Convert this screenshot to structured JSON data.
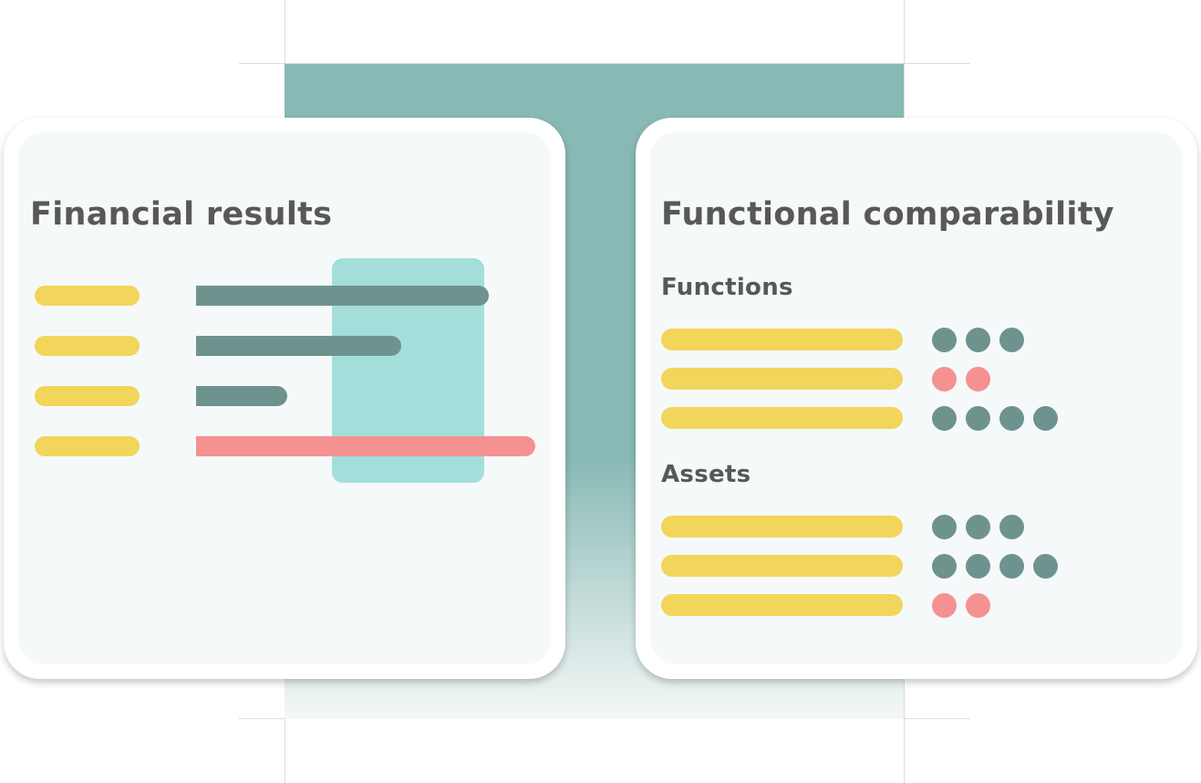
{
  "financial_card": {
    "title": "Financial results",
    "rows": [
      {
        "bar_fraction": 1.0,
        "bar_color": "#6e938f"
      },
      {
        "bar_fraction": 0.7,
        "bar_color": "#6e938f"
      },
      {
        "bar_fraction": 0.31,
        "bar_color": "#6e938f"
      },
      {
        "bar_fraction": 1.16,
        "bar_color": "#f59190"
      }
    ]
  },
  "comparability_card": {
    "title": "Functional comparability",
    "sections": [
      {
        "label": "Functions",
        "rows": [
          {
            "dots": 3,
            "color": "#6e938f"
          },
          {
            "dots": 2,
            "color": "#f59190"
          },
          {
            "dots": 4,
            "color": "#6e938f"
          }
        ]
      },
      {
        "label": "Assets",
        "rows": [
          {
            "dots": 3,
            "color": "#6e938f"
          },
          {
            "dots": 4,
            "color": "#6e938f"
          },
          {
            "dots": 2,
            "color": "#f59190"
          }
        ]
      }
    ]
  },
  "colors": {
    "label_bar": "#f2d55b",
    "highlight": "#a3dedb",
    "backdrop": "#88b9b5"
  }
}
